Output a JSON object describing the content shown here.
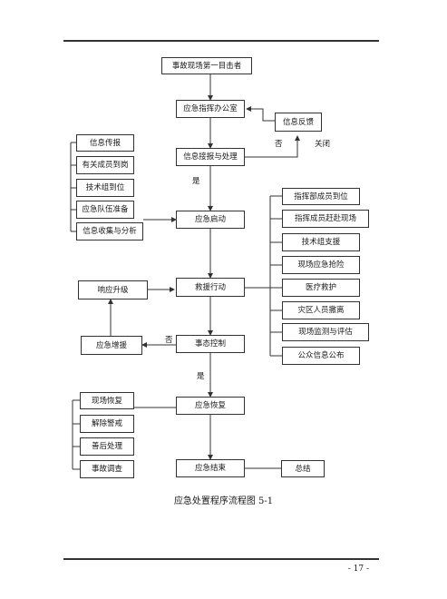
{
  "nodes": {
    "witness": "事故现场第一目击者",
    "command_office": "应急指挥办公室",
    "info_feedback": "信息反馈",
    "info_receive": "信息接报与处理",
    "response_start": "应急启动",
    "rescue_action": "救援行动",
    "situation_control": "事态控制",
    "recovery": "应急恢复",
    "end": "应急结束",
    "summary": "总结",
    "response_upgrade": "响应升级",
    "reinforce": "应急增援"
  },
  "left_start": [
    "信息传报",
    "有关成员到岗",
    "技术组到位",
    "应急队伍准备",
    "信息收集与分析"
  ],
  "right_rescue": [
    "指挥部成员到位",
    "指挥成员赶赴现场",
    "技术组支援",
    "现场应急抢险",
    "医疗救护",
    "灾区人员撤离",
    "现场监测与评估",
    "公众信息公布"
  ],
  "left_recovery": [
    "现场恢复",
    "解除警戒",
    "善后处理",
    "事故调查"
  ],
  "labels": {
    "no_1": "否",
    "close": "关闭",
    "yes_1": "是",
    "no_2": "否",
    "yes_2": "是"
  },
  "caption": "应急处置程序流程图 5-1",
  "page_number": "- 17 -"
}
